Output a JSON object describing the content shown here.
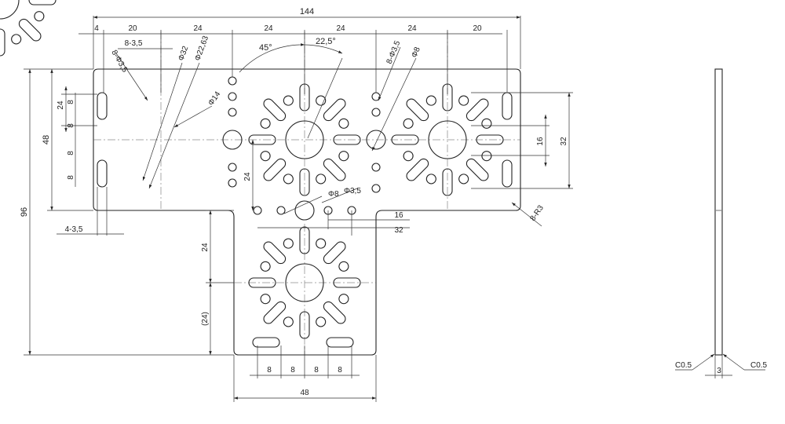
{
  "dimensions": {
    "overall_width": "144",
    "left_margin": "4",
    "hole_offset": "20",
    "pitch_a": "24",
    "pitch_b": "24",
    "pitch_c": "24",
    "pitch_d": "24",
    "hole_offset_right": "20",
    "slot_spacing": "8-3,5",
    "slot_holes_left": "8-Φ3,5",
    "dia_32": "Φ32",
    "dia_22_63": "Φ22,63",
    "dia_14": "Φ14",
    "angle_45": "45°",
    "angle_22_5": "22,5°",
    "slot_holes_right": "8-Φ3,5",
    "dia_8_right": "Φ8",
    "overall_height": "96",
    "upper_height": "48",
    "left_24": "24",
    "left_8a": "8",
    "left_8b": "8",
    "left_8c": "8",
    "left_8d": "8",
    "mid_24": "24",
    "mid_dia_8": "Φ8",
    "mid_dia_3_5": "Φ3,5",
    "right_16": "16",
    "right_32": "32",
    "bottom_16": "16",
    "bottom_32": "32",
    "corner_radius": "8-R3",
    "four_holes": "4-3,5",
    "tail_24": "24",
    "tail_24_ref": "(24)",
    "bottom_8a": "8",
    "bottom_8b": "8",
    "bottom_8c": "8",
    "bottom_8d": "8",
    "bottom_48": "48",
    "chamfer_left": "C0.5",
    "chamfer_right": "C0.5",
    "thickness": "3"
  }
}
